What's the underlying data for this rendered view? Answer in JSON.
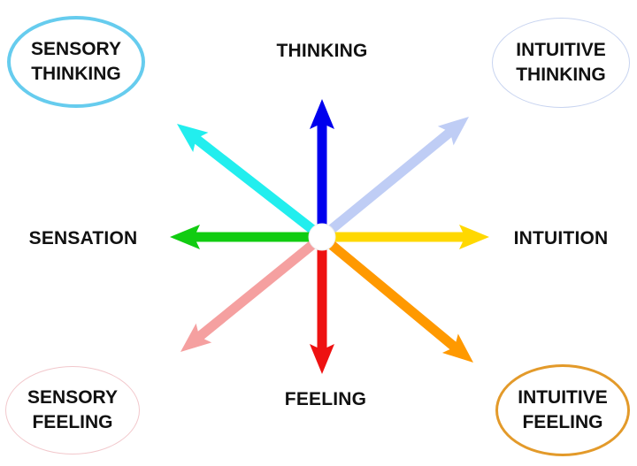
{
  "diagram": {
    "axes": {
      "top": "THINKING",
      "bottom": "FEELING",
      "left": "SENSATION",
      "right": "INTUITION"
    },
    "corners": {
      "top_left": {
        "line1": "SENSORY",
        "line2": "THINKING",
        "color": "#66CCEE"
      },
      "top_right": {
        "line1": "INTUITIVE",
        "line2": "THINKING",
        "color": "#C8D4F0"
      },
      "bottom_left": {
        "line1": "SENSORY",
        "line2": "FEELING",
        "color": "#F2C8CC"
      },
      "bottom_right": {
        "line1": "INTUITIVE",
        "line2": "FEELING",
        "color": "#E39A2A"
      }
    },
    "arrows": [
      {
        "direction": "up",
        "target": "THINKING",
        "color": "#0000EE"
      },
      {
        "direction": "up-left",
        "target": "SENSORY THINKING",
        "color": "#22EEEE"
      },
      {
        "direction": "up-right",
        "target": "INTUITIVE THINKING",
        "color": "#BFCDF5"
      },
      {
        "direction": "left",
        "target": "SENSATION",
        "color": "#11CC11"
      },
      {
        "direction": "right",
        "target": "INTUITION",
        "color": "#FFD800"
      },
      {
        "direction": "down-left",
        "target": "SENSORY FEELING",
        "color": "#F5A0A0"
      },
      {
        "direction": "down",
        "target": "FEELING",
        "color": "#EE1111"
      },
      {
        "direction": "down-right",
        "target": "INTUITIVE FEELING",
        "color": "#FF9900"
      }
    ],
    "center_color": "#FFFFFF"
  }
}
